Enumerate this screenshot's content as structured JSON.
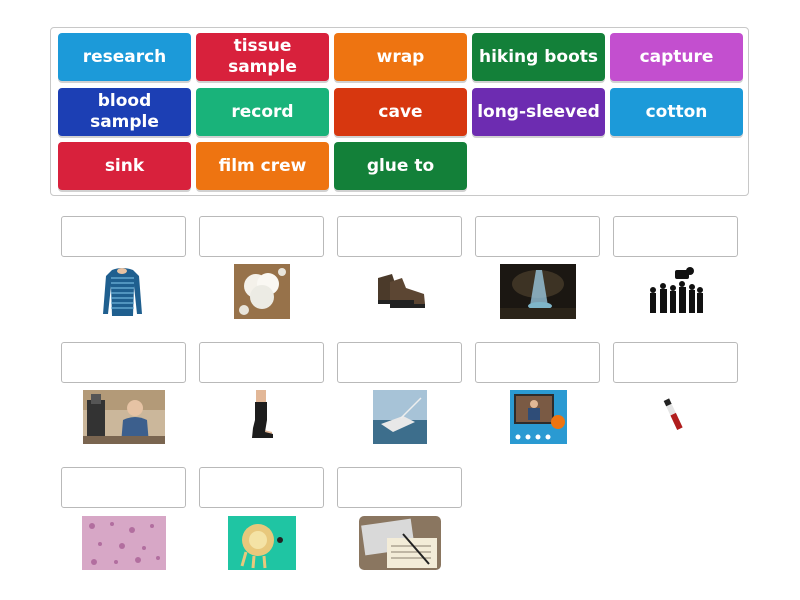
{
  "tiles": [
    {
      "label": "research",
      "color": "#1c9ad9"
    },
    {
      "label": "tissue sample",
      "color": "#d8213c"
    },
    {
      "label": "wrap",
      "color": "#ee7411"
    },
    {
      "label": "hiking boots",
      "color": "#138039"
    },
    {
      "label": "capture",
      "color": "#c34fcf"
    },
    {
      "label": "blood sample",
      "color": "#1c3fb4"
    },
    {
      "label": "record",
      "color": "#19b37a"
    },
    {
      "label": "cave",
      "color": "#d7370f"
    },
    {
      "label": "long-sleeved",
      "color": "#6d2cb1"
    },
    {
      "label": "cotton",
      "color": "#1c9ad9"
    },
    {
      "label": "sink",
      "color": "#d8213c"
    },
    {
      "label": "film crew",
      "color": "#ee7411"
    },
    {
      "label": "glue to",
      "color": "#138039"
    }
  ],
  "targets": [
    {
      "image": "long-sleeved-shirt"
    },
    {
      "image": "cotton-boll"
    },
    {
      "image": "hiking-boots"
    },
    {
      "image": "cave"
    },
    {
      "image": "film-crew-silhouette"
    },
    {
      "image": "researcher-with-microscope"
    },
    {
      "image": "leg-bandage-wrap"
    },
    {
      "image": "sinking-ship"
    },
    {
      "image": "video-record-screen"
    },
    {
      "image": "blood-sample-tube"
    },
    {
      "image": "tissue-sample-slide"
    },
    {
      "image": "glue-craft-figure"
    },
    {
      "image": "notebook-research-papers"
    }
  ]
}
